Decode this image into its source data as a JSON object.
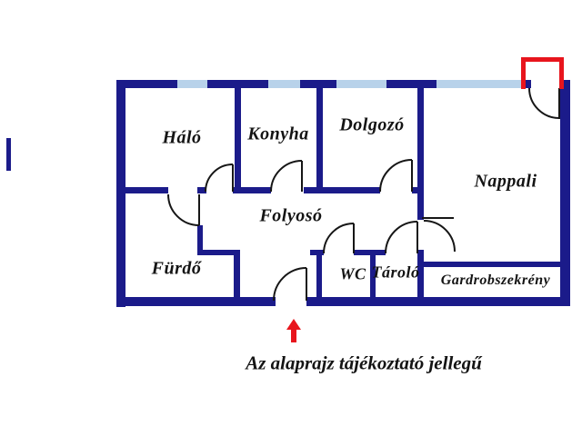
{
  "colors": {
    "wall": "#1b1b8a",
    "window": "#b8d2ea",
    "door_line": "#161616",
    "accent": "#e8151d",
    "text": "#141414",
    "background": "#ffffff"
  },
  "rooms": {
    "halo": "Háló",
    "konyha": "Konyha",
    "dolgozo": "Dolgozó",
    "nappali": "Nappali",
    "folyoso": "Folyosó",
    "furdo": "Fürdő",
    "wc": "WC",
    "tarolo": "Tároló",
    "gardrob": "Gardrobszekrény"
  },
  "caption": "Az alaprajz tájékoztató jellegű"
}
